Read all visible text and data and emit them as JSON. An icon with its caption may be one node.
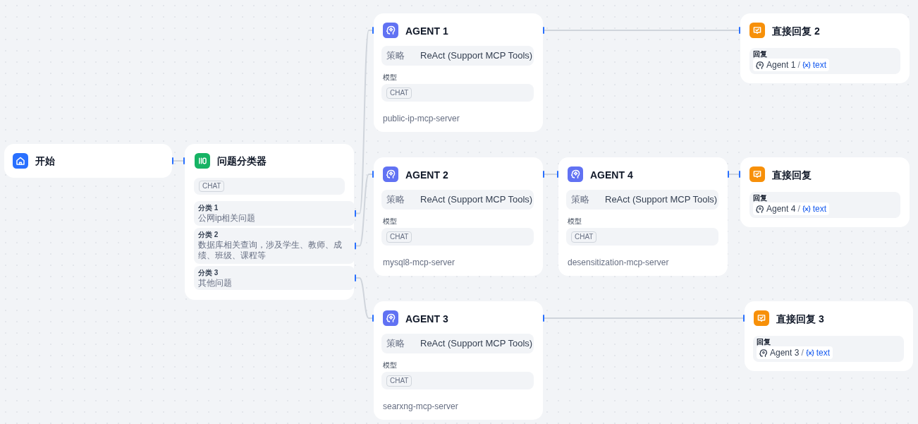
{
  "diagram": {
    "nodes": [
      {
        "text": [
          "开始"
        ]
      },
      {
        "text": [
          "问题分类器"
        ]
      },
      {
        "text": [
          "CHAT"
        ],
        "in": 1
      },
      {
        "text": [
          "分类 1",
          "公网ip相关问题"
        ],
        "in": 1
      },
      {
        "text": [
          "分类 2",
          "数据库相关查询，涉及学生、教师、成绩、班级、课程等"
        ],
        "in": 1
      },
      {
        "text": [
          "分类 3",
          "其他问题"
        ],
        "in": 1
      },
      {
        "text": [
          "AGENT 1",
          "模型",
          "public-ip-mcp-server"
        ]
      },
      {
        "text": [
          "策略",
          "ReAct (Support MCP Tools)"
        ],
        "in": 6
      },
      {
        "text": [
          "CHAT"
        ],
        "in": 6
      },
      {
        "text": [
          "AGENT 2",
          "模型",
          "mysql8-mcp-server"
        ]
      },
      {
        "text": [
          "策略",
          "ReAct (Support MCP Tools)"
        ],
        "in": 9
      },
      {
        "text": [
          "CHAT"
        ],
        "in": 9
      },
      {
        "text": [
          "AGENT 3",
          "模型",
          "searxng-mcp-server"
        ]
      },
      {
        "text": [
          "策略",
          "ReAct (Support MCP Tools)"
        ],
        "in": 12
      },
      {
        "text": [
          "CHAT"
        ],
        "in": 12
      },
      {
        "text": [
          "AGENT 4",
          "模型",
          "desensitization-mcp-server"
        ]
      },
      {
        "text": [
          "策略",
          "ReAct (Support MCP Tools)"
        ],
        "in": 15
      },
      {
        "text": [
          "CHAT"
        ],
        "in": 15
      },
      {
        "text": [
          "直接回复 2"
        ]
      },
      {
        "text": [
          "回复"
        ],
        "in": 18
      },
      {
        "text": [
          "Agent 1",
          "/",
          "text"
        ],
        "in": 19
      },
      {
        "text": [
          "直接回复"
        ]
      },
      {
        "text": [
          "回复"
        ],
        "in": 21
      },
      {
        "text": [
          "Agent 4",
          "/",
          "text"
        ],
        "in": 22
      },
      {
        "text": [
          "直接回复 3"
        ]
      },
      {
        "text": [
          "回复"
        ],
        "in": 24
      },
      {
        "text": [
          "Agent 3",
          "/",
          "text"
        ],
        "in": 25
      }
    ],
    "edges": [
      {
        "from": 0,
        "to": 1,
        "arrow": "other"
      },
      {
        "from": 3,
        "to": 6,
        "arrow": "other"
      },
      {
        "from": 4,
        "to": 9,
        "arrow": "other"
      },
      {
        "from": 5,
        "to": 12,
        "arrow": "other"
      },
      {
        "from": 6,
        "to": 18,
        "arrow": "other"
      },
      {
        "from": 9,
        "to": 15,
        "arrow": "other"
      },
      {
        "from": 15,
        "to": 21,
        "arrow": "other"
      },
      {
        "from": 12,
        "to": 24,
        "arrow": "other"
      }
    ]
  }
}
